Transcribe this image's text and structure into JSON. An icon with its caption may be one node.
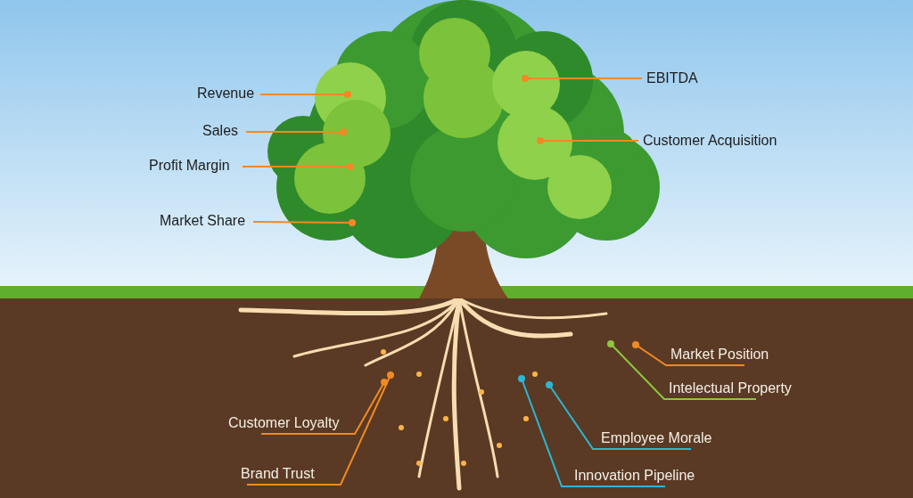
{
  "diagram": {
    "nodes": [
      {
        "text": [
          "Revenue"
        ]
      },
      {
        "text": [
          "EBITDA"
        ]
      },
      {
        "text": [
          "Sales"
        ]
      },
      {
        "text": [
          "Customer Acquisition"
        ]
      },
      {
        "text": [
          "Profit Margin"
        ]
      },
      {
        "text": [
          "Market Share"
        ]
      },
      {
        "text": [
          "Market Position"
        ]
      },
      {
        "text": [
          "Intelectual Property"
        ]
      },
      {
        "text": [
          "Customer Loyalty"
        ]
      },
      {
        "text": [
          "Employee Morale"
        ]
      },
      {
        "text": [
          "Brand Trust"
        ]
      },
      {
        "text": [
          "Innovation Pipeline"
        ]
      }
    ],
    "edges": [
      {
        "from": 0,
        "to": null,
        "arrow": "other"
      },
      {
        "from": 1,
        "to": null,
        "arrow": "other"
      },
      {
        "from": 2,
        "to": null,
        "arrow": "other"
      },
      {
        "from": 3,
        "to": null,
        "arrow": "other"
      },
      {
        "from": 4,
        "to": null,
        "arrow": "other"
      },
      {
        "from": 5,
        "to": null,
        "arrow": "other"
      },
      {
        "from": 6,
        "to": null,
        "arrow": "other"
      },
      {
        "from": 7,
        "to": null,
        "arrow": "other",
        "color": "#8dc63f"
      },
      {
        "from": 8,
        "to": null,
        "arrow": "other"
      },
      {
        "from": 9,
        "to": null,
        "arrow": "other",
        "color": "#2bb7d6"
      },
      {
        "from": 10,
        "to": null,
        "arrow": "other"
      },
      {
        "from": 11,
        "to": null,
        "arrow": "other",
        "color": "#2bb7d6"
      }
    ]
  }
}
